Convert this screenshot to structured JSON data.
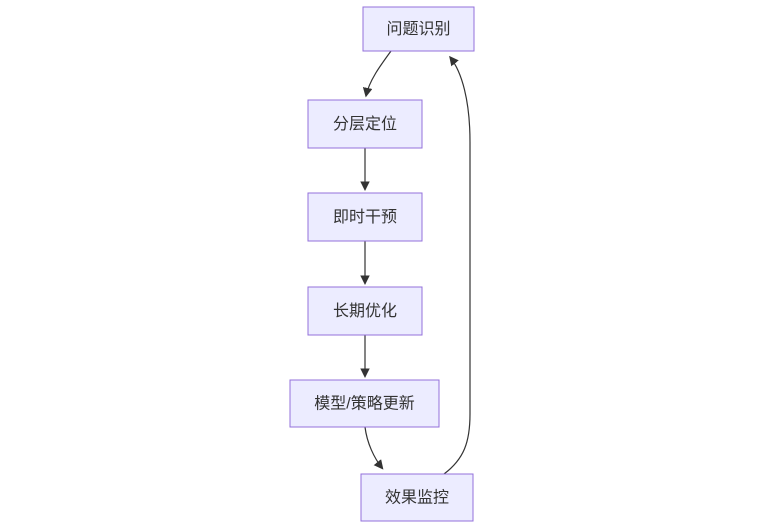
{
  "diagram": {
    "type": "flowchart",
    "direction": "top-to-bottom",
    "background_color": "#ffffff",
    "node_fill_color": "#ECECFF",
    "node_border_color": "#9370DB",
    "edge_color": "#333333",
    "text_color": "#333333",
    "nodes": [
      {
        "id": "problem-identification",
        "label": "问题识别"
      },
      {
        "id": "layered-positioning",
        "label": "分层定位"
      },
      {
        "id": "immediate-intervention",
        "label": "即时干预"
      },
      {
        "id": "long-term-optimization",
        "label": "长期优化"
      },
      {
        "id": "model-strategy-update",
        "label": "模型/策略更新"
      },
      {
        "id": "effect-monitoring",
        "label": "效果监控"
      }
    ],
    "edges": [
      {
        "from": "问题识别",
        "to": "分层定位",
        "style": "curved",
        "arrow": "filled-triangle"
      },
      {
        "from": "分层定位",
        "to": "即时干预",
        "style": "straight",
        "arrow": "filled-triangle"
      },
      {
        "from": "即时干预",
        "to": "长期优化",
        "style": "straight",
        "arrow": "filled-triangle"
      },
      {
        "from": "长期优化",
        "to": "模型/策略更新",
        "style": "straight",
        "arrow": "filled-triangle"
      },
      {
        "from": "模型/策略更新",
        "to": "效果监控",
        "style": "curved",
        "arrow": "filled-triangle"
      },
      {
        "from": "效果监控",
        "to": "问题识别",
        "style": "feedback-loop-right",
        "arrow": "filled-triangle"
      }
    ]
  }
}
